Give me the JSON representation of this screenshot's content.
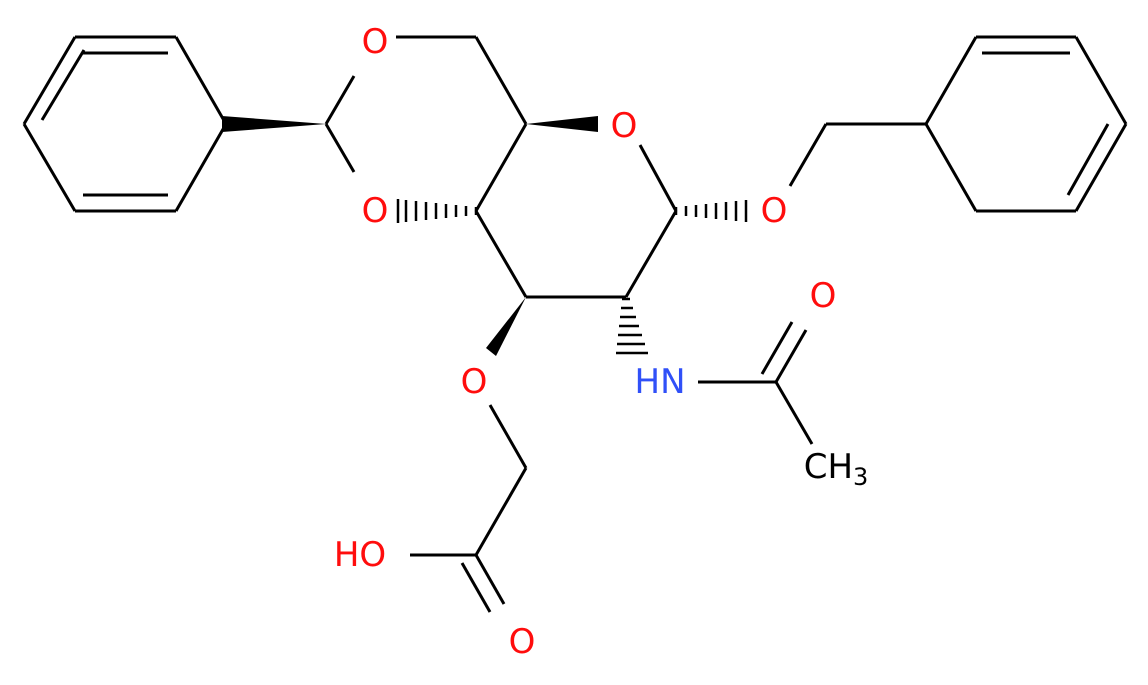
{
  "molecule": {
    "atoms": {
      "ring_o_top": "O",
      "ring_o_left": "O",
      "pyranose_o": "O",
      "anomeric_o": "O",
      "ether_o": "O",
      "nh": "HN",
      "amide_o": "O",
      "methyl": "CH",
      "methyl_sub": "3",
      "acid_oh": "HO",
      "acid_o": "O"
    },
    "colors": {
      "bond": "#000000",
      "oxygen": "#ff0d0d",
      "nitrogen": "#3050f8",
      "carbon": "#000000"
    }
  }
}
